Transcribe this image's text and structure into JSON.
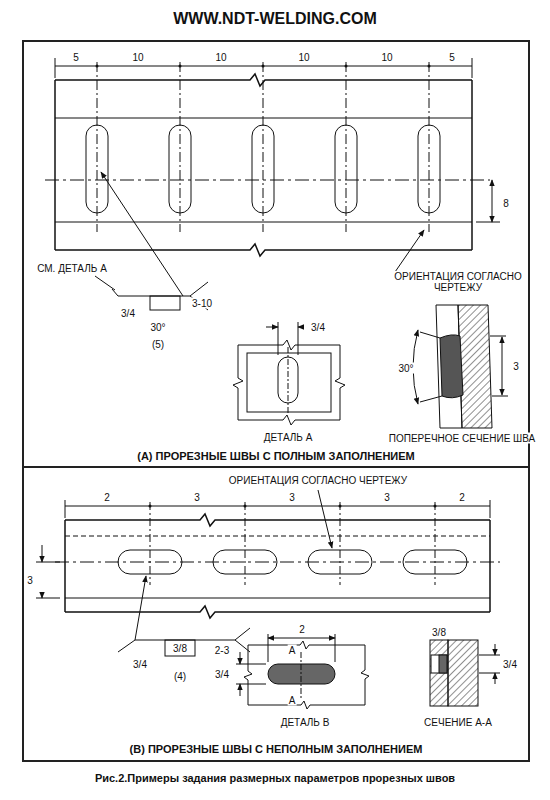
{
  "diagram": {
    "title": "WWW.NDT-WELDING.COM",
    "caption": "Рис.2.Примеры задания размерных параметров прорезных швов",
    "nodes": [
      {
        "text": [
          "(A) ПРОРЕЗНЫЕ ШВЫ С ПОЛНЫМ ЗАПОЛНЕНИЕМ"
        ]
      },
      {
        "text": [
          "(B) ПРОРЕЗНЫЕ ШВЫ С НЕПОЛНЫМ ЗАПОЛНЕНИЕМ"
        ]
      }
    ],
    "labels": [
      "5",
      "10",
      "10",
      "10",
      "10",
      "5",
      "8",
      "СМ. ДЕТАЛЬ А",
      "3/4",
      "3-10",
      "30°",
      "(5)",
      "3/4",
      "ОРИЕНТАЦИЯ СОГЛАСНО ЧЕРТЕЖУ",
      "ДЕТАЛЬ А",
      "30°",
      "3",
      "ПОПЕРЕЧНОЕ СЕЧЕНИЕ ШВА",
      "2",
      "3",
      "3",
      "3",
      "2",
      "ОРИЕНТАЦИЯ СОГЛАСНО ЧЕРТЕЖУ",
      "3",
      "3/4",
      "3/8",
      "2-3",
      "(4)",
      "A",
      "2",
      "3/4",
      "A",
      "ДЕТАЛЬ В",
      "3/8",
      "3/4",
      "СЕЧЕНИЕ А-А"
    ]
  }
}
